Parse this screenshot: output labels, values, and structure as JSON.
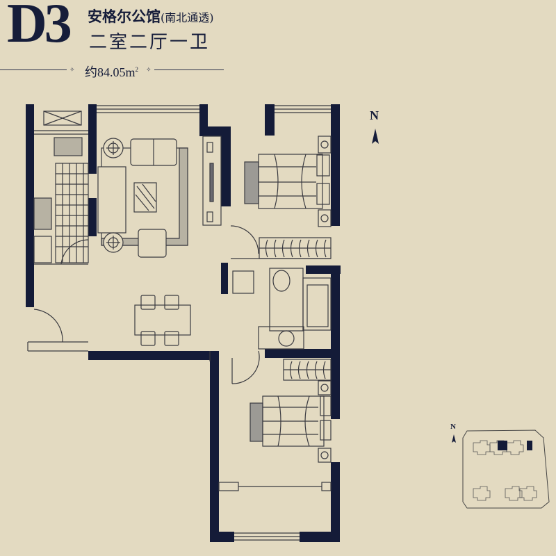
{
  "header": {
    "unit_code": "D3",
    "project_name": "安格尔公馆",
    "orientation_note": "(南北通透)",
    "layout": "二室二厅一卫",
    "area_prefix": "约",
    "area_value": "84.05m",
    "area_sup": "2"
  },
  "compass": {
    "main_label": "N",
    "site_label": "N"
  },
  "floorplan": {
    "rooms": [
      "kitchen",
      "living-room",
      "dining-area",
      "master-bedroom",
      "bathroom",
      "second-bedroom",
      "balcony"
    ],
    "wall_color": "#141b38",
    "line_color": "#3a3a40",
    "background": "#e3dac1"
  },
  "site_plan": {
    "buildings_top_row": 3,
    "buildings_bottom_row": 2,
    "highlighted_units": 2
  }
}
